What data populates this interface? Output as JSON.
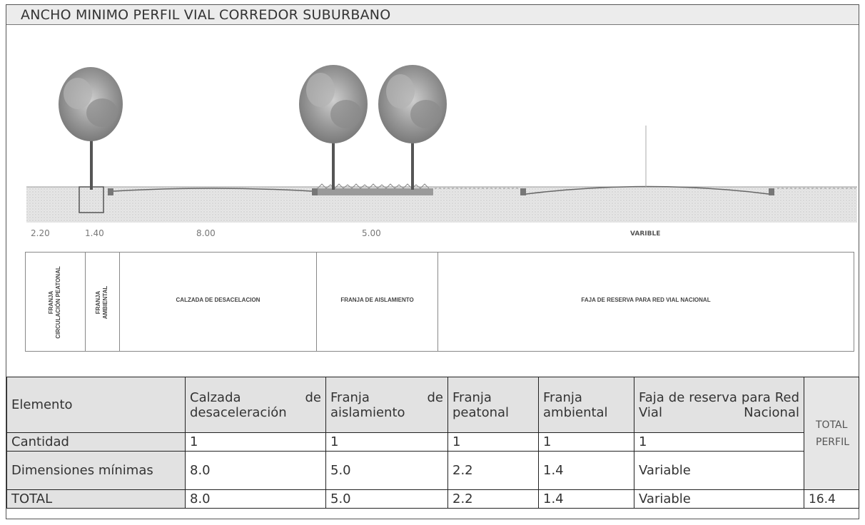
{
  "title": "ANCHO MINIMO PERFIL VIAL CORREDOR SUBURBANO",
  "dimensions": [
    "2.20",
    "1.40",
    "8.00",
    "5.00",
    "VARIBLE"
  ],
  "zones": {
    "franja_circulacion": [
      "FRANJA",
      "CIRCULACIÓN PEATONAL"
    ],
    "franja_ambiental": [
      "FRANJA",
      "AMBIENTAL"
    ],
    "calzada": "CALZADA DE DESACELACION",
    "aislamiento": "FRANJA DE AISLAMIENTO",
    "faja_reserva": "FAJA DE RESERVA PARA RED VIAL NACIONAL"
  },
  "table": {
    "headers": {
      "elemento": "Elemento",
      "calzada": "Calzada de desaceleración",
      "aislamiento": "Franja de aislamiento",
      "peatonal": "Franja peatonal",
      "ambiental": "Franja ambiental",
      "reserva": "Faja de reserva para Red Vial Nacional",
      "total_perfil": "TOTAL PERFIL"
    },
    "rows": [
      {
        "label": "Cantidad",
        "values": [
          "1",
          "1",
          "1",
          "1",
          "1"
        ]
      },
      {
        "label": "Dimensiones mínimas",
        "values": [
          "8.0",
          "5.0",
          "2.2",
          "1.4",
          "Variable"
        ]
      },
      {
        "label": "TOTAL",
        "values": [
          "8.0",
          "5.0",
          "2.2",
          "1.4",
          "Variable"
        ],
        "total": "16.4"
      }
    ]
  }
}
